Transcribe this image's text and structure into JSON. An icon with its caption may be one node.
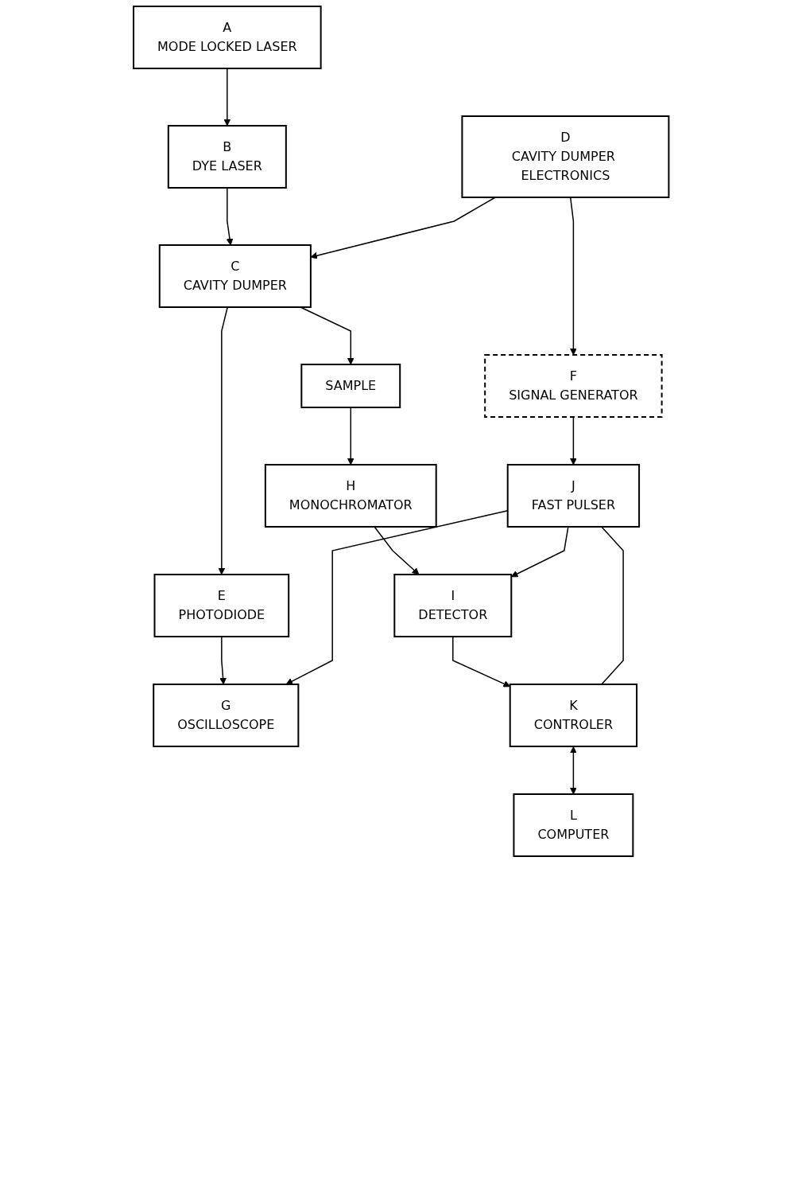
{
  "diagram": {
    "nodes": [
      {
        "text": [
          "A",
          "MODE LOCKED LASER"
        ]
      },
      {
        "text": [
          "B",
          "DYE LASER"
        ]
      },
      {
        "text": [
          "C",
          "CAVITY DUMPER"
        ]
      },
      {
        "text": [
          "D",
          "CAVITY DUMPER ELECTRONICS"
        ]
      },
      {
        "text": [
          "E",
          "PHOTODIODE"
        ]
      },
      {
        "text": [
          "F",
          "SIGNAL GENERATOR"
        ]
      },
      {
        "text": [
          "G",
          "OSCILLOSCOPE"
        ]
      },
      {
        "text": [
          "SAMPLE"
        ]
      },
      {
        "text": [
          "H",
          "MONOCHROMATOR"
        ]
      },
      {
        "text": [
          "I",
          "DETECTOR"
        ]
      },
      {
        "text": [
          "J",
          "FAST PULSER"
        ]
      },
      {
        "text": [
          "K",
          "CONTROLER"
        ]
      },
      {
        "text": [
          "L",
          "COMPUTER"
        ]
      }
    ],
    "edges": [
      {
        "from": 0,
        "to": 1,
        "arrow": "to"
      },
      {
        "from": 1,
        "to": 2,
        "arrow": "to"
      },
      {
        "from": 3,
        "to": 2,
        "arrow": "to"
      },
      {
        "from": 3,
        "to": 5,
        "arrow": "to"
      },
      {
        "from": 2,
        "to": 4,
        "arrow": "to"
      },
      {
        "from": 2,
        "to": 7,
        "arrow": "to"
      },
      {
        "from": 4,
        "to": 6,
        "arrow": "to"
      },
      {
        "from": 7,
        "to": 8,
        "arrow": "to"
      },
      {
        "from": 8,
        "to": 9,
        "arrow": "to"
      },
      {
        "from": 5,
        "to": 10,
        "arrow": "to"
      },
      {
        "from": 10,
        "to": 9,
        "arrow": "to"
      },
      {
        "from": 10,
        "to": 6,
        "arrow": "to"
      },
      {
        "from": 9,
        "to": 11,
        "arrow": "to"
      },
      {
        "from": 10,
        "to": 11,
        "arrow": "none"
      },
      {
        "from": 11,
        "to": 12,
        "arrow": "both"
      }
    ]
  }
}
